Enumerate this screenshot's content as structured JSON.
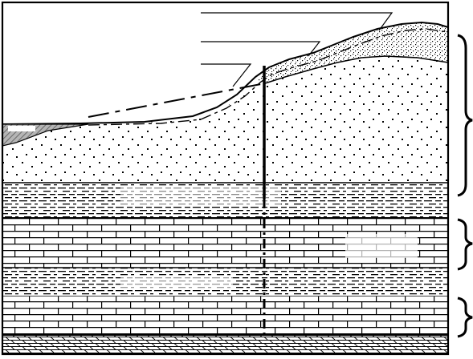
{
  "diagram": {
    "kind": "geological-cross-section",
    "colors": {
      "ink": "#000000",
      "paper": "#ffffff",
      "water": "#8a8a8a"
    },
    "layers": [
      {
        "id": "upper-sandy-deposit",
        "pattern": "sparse-dots"
      },
      {
        "id": "surface-veneer",
        "pattern": "dense-stipple"
      },
      {
        "id": "clay-band-1",
        "pattern": "dashes"
      },
      {
        "id": "limestone-1",
        "pattern": "bricks"
      },
      {
        "id": "clay-band-2",
        "pattern": "dashes"
      },
      {
        "id": "limestone-2",
        "pattern": "bricks"
      },
      {
        "id": "basal-bed",
        "pattern": "cross-hatch"
      }
    ],
    "braces": [
      {
        "id": "upper-aquifer"
      },
      {
        "id": "middle-aquifer"
      },
      {
        "id": "lower-aquifer"
      }
    ],
    "leader_lines": 3,
    "well": {
      "style": "solid-then-dash-dot"
    }
  }
}
